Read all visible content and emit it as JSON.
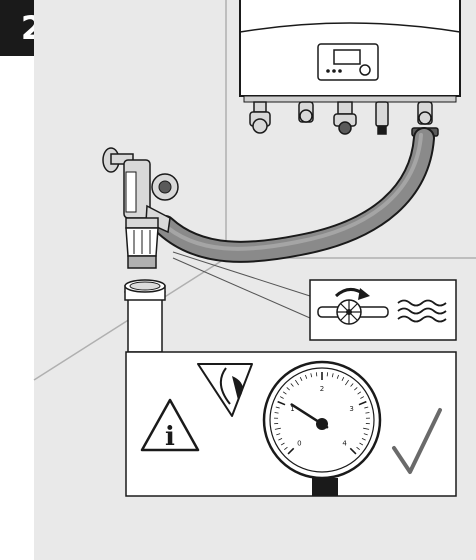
{
  "step": {
    "number": "2"
  },
  "gauge": {
    "tick_labels": [
      "0",
      "1",
      "2",
      "3",
      "4"
    ],
    "needle_value": 1.15
  },
  "colors": {
    "wall": "#e8e8e8",
    "outline": "#1a1a1a",
    "hose": "#8a8a8a",
    "hose_dark": "#5a5a5a",
    "gauge_face": "#ffffff"
  },
  "icons": [
    "warning-info-icon",
    "eye-check-icon",
    "checkmark-icon",
    "open-valve-flow-icon"
  ]
}
